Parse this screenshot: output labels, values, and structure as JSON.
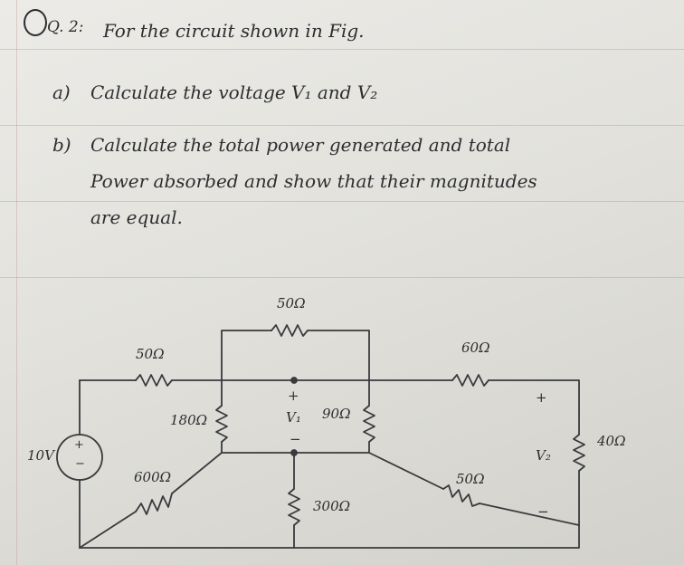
{
  "header": {
    "question_number": "Q. 2:",
    "intro": "For the circuit shown in Fig."
  },
  "parts": [
    {
      "label": "a)",
      "text": "Calculate the voltage V₁ and V₂"
    },
    {
      "label": "b)",
      "text": "Calculate the total power generated and total"
    },
    {
      "label": "",
      "text": "Power absorbed and show that their magnitudes"
    },
    {
      "label": "",
      "text": "are equal."
    }
  ],
  "circuit": {
    "source": {
      "value": "10V",
      "plus": "+",
      "minus": "−"
    },
    "resistors": {
      "r_top_left": "50Ω",
      "r_top_middle": "50Ω",
      "r_top_right": "60Ω",
      "r_vertical_180": "180Ω",
      "r_vertical_90": "90Ω",
      "r_diag_600": "600Ω",
      "r_vertical_300": "300Ω",
      "r_diag_50": "50Ω",
      "r_right_40": "40Ω"
    },
    "v1": {
      "label": "V₁",
      "plus": "+",
      "minus": "−"
    },
    "v2": {
      "label": "V₂",
      "plus": "+",
      "minus": "−"
    }
  }
}
